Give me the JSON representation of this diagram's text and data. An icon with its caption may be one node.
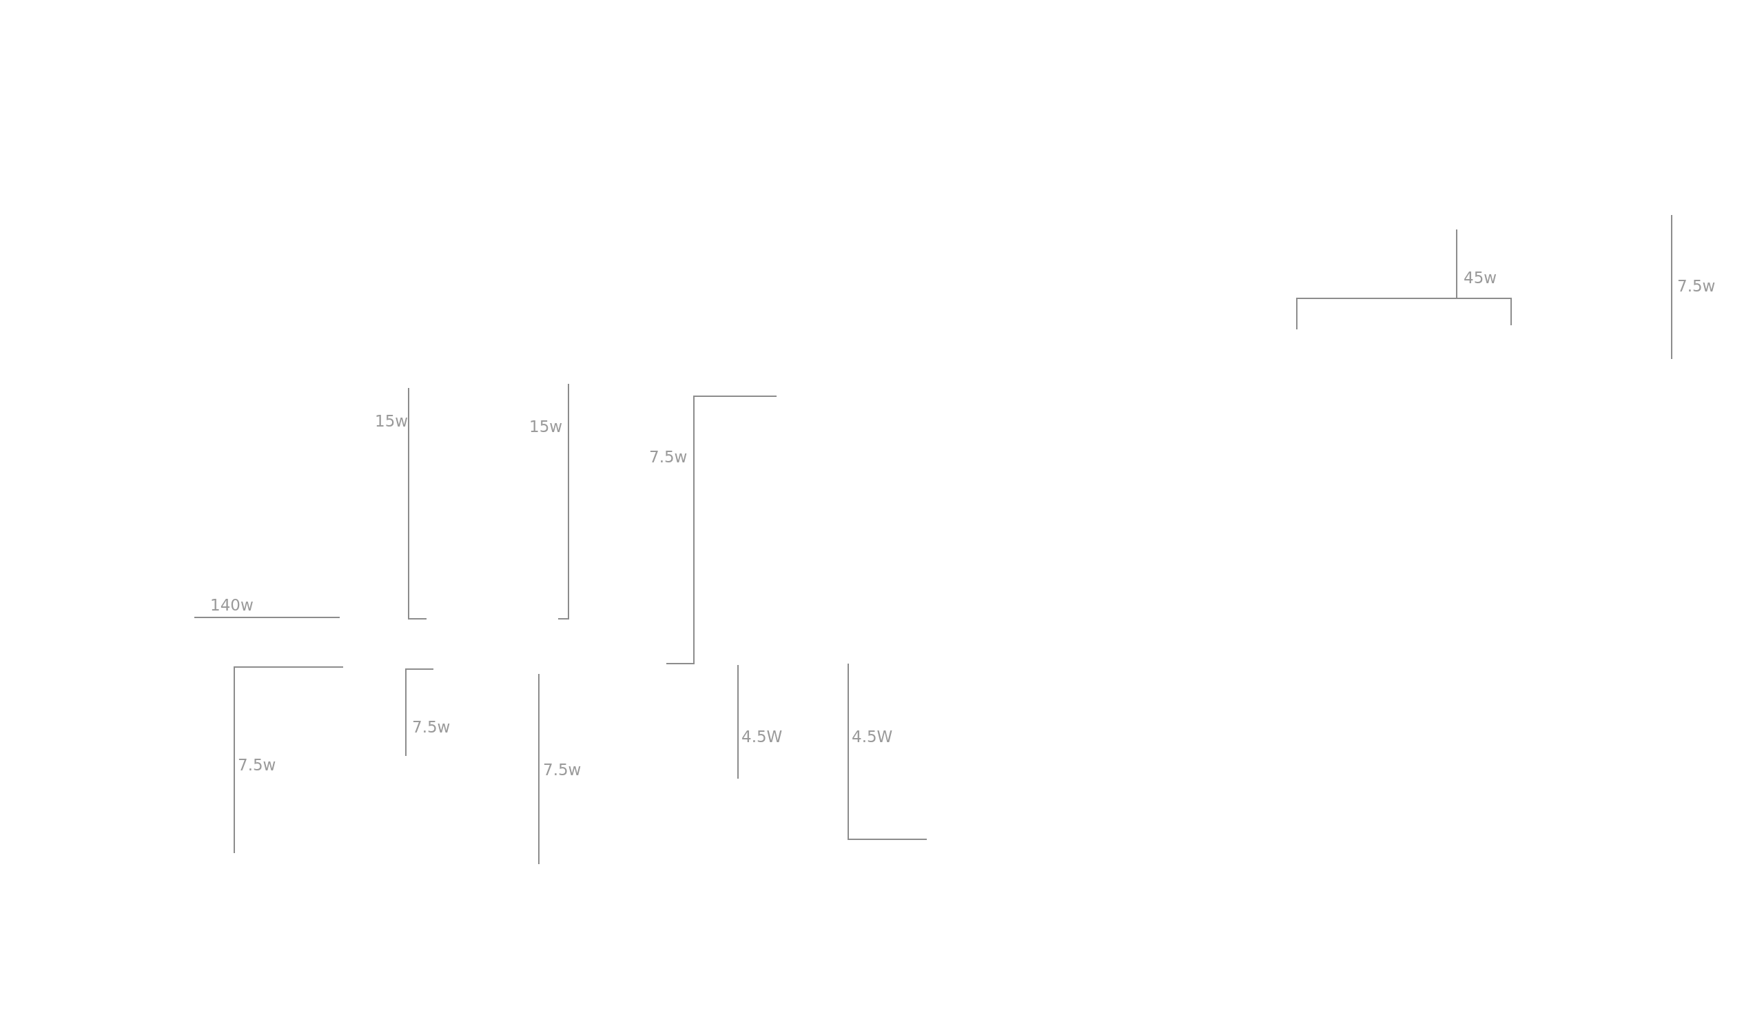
{
  "diagram": {
    "nodes": [
      {
        "text": [
          "140w"
        ]
      },
      {
        "text": [
          "15w"
        ]
      },
      {
        "text": [
          "15w"
        ]
      },
      {
        "text": [
          "7.5w"
        ]
      },
      {
        "text": [
          "7.5w"
        ]
      },
      {
        "text": [
          "7.5w"
        ]
      },
      {
        "text": [
          "7.5w"
        ]
      },
      {
        "text": [
          "4.5W"
        ]
      },
      {
        "text": [
          "4.5W"
        ]
      },
      {
        "text": [
          "45w"
        ]
      },
      {
        "text": [
          "7.5w"
        ]
      }
    ],
    "edges": [
      {
        "from": 0,
        "to": null,
        "arrow": "none"
      },
      {
        "from": 1,
        "to": null,
        "arrow": "none"
      },
      {
        "from": 2,
        "to": null,
        "arrow": "none"
      },
      {
        "from": 3,
        "to": null,
        "arrow": "none"
      },
      {
        "from": 4,
        "to": null,
        "arrow": "none"
      },
      {
        "from": 5,
        "to": null,
        "arrow": "none"
      },
      {
        "from": 6,
        "to": null,
        "arrow": "none"
      },
      {
        "from": 7,
        "to": null,
        "arrow": "none"
      },
      {
        "from": 8,
        "to": null,
        "arrow": "none"
      },
      {
        "from": 9,
        "to": null,
        "arrow": "none"
      },
      {
        "from": 10,
        "to": null,
        "arrow": "none"
      }
    ]
  }
}
